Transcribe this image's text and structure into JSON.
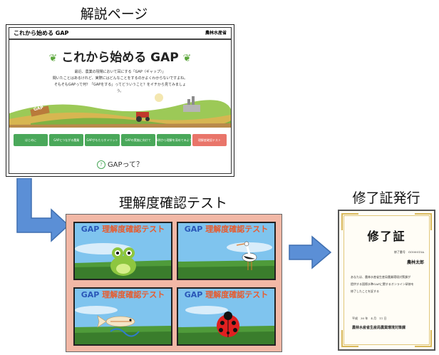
{
  "labels": {
    "explanation": "解説ページ",
    "test": "理解度確認テスト",
    "certificate": "修了証発行"
  },
  "explanation_page": {
    "header_left": "これから始める GAP",
    "header_right": "農林水産省",
    "title": "これから始める GAP",
    "intro": [
      "最近、農業の現場において耳にする「GAP（ギャップ）」",
      "聞いたことはあるけれど、実際にはどんなことをするのかよくわからないですよね。",
      "そもそもGAPって何？「GAPをする」ってどういうこと？をイチから見てみましょう。"
    ],
    "scene_sign": "GAP",
    "nav": [
      "はじめに",
      "GAPとつながる農業",
      "GAPがもたらすメリット",
      "GAPの実施に向けて",
      "事例から理解を深めてみよう",
      "理解度確認テスト"
    ],
    "footer": "GAPって？"
  },
  "test": {
    "card_title_gap": "GAP",
    "card_title_rest": "理解度確認テスト",
    "cards": [
      {
        "animal": "frog-icon"
      },
      {
        "animal": "stork-icon"
      },
      {
        "animal": "fish-icon"
      },
      {
        "animal": "ladybug-icon"
      }
    ]
  },
  "certificate": {
    "title": "修了証",
    "number": "修了番号　GO00015A",
    "name": "農林太郎",
    "body_lines": [
      "あなたは、農林水産省生産局農業環境対策課が",
      "提供する国際水準GAPに関するオンライン研修を",
      "修了したことを証する"
    ],
    "date": "平成　30 年　4 月　11 日",
    "issuer": "農林水産省生産局農業環境対策課"
  },
  "colors": {
    "arrow": "#5b8fd6",
    "arrow_edge": "#3f6fb0",
    "test_panel": "#f2b8a6",
    "nav_green": "#4aa85a",
    "nav_red": "#e9756a"
  }
}
